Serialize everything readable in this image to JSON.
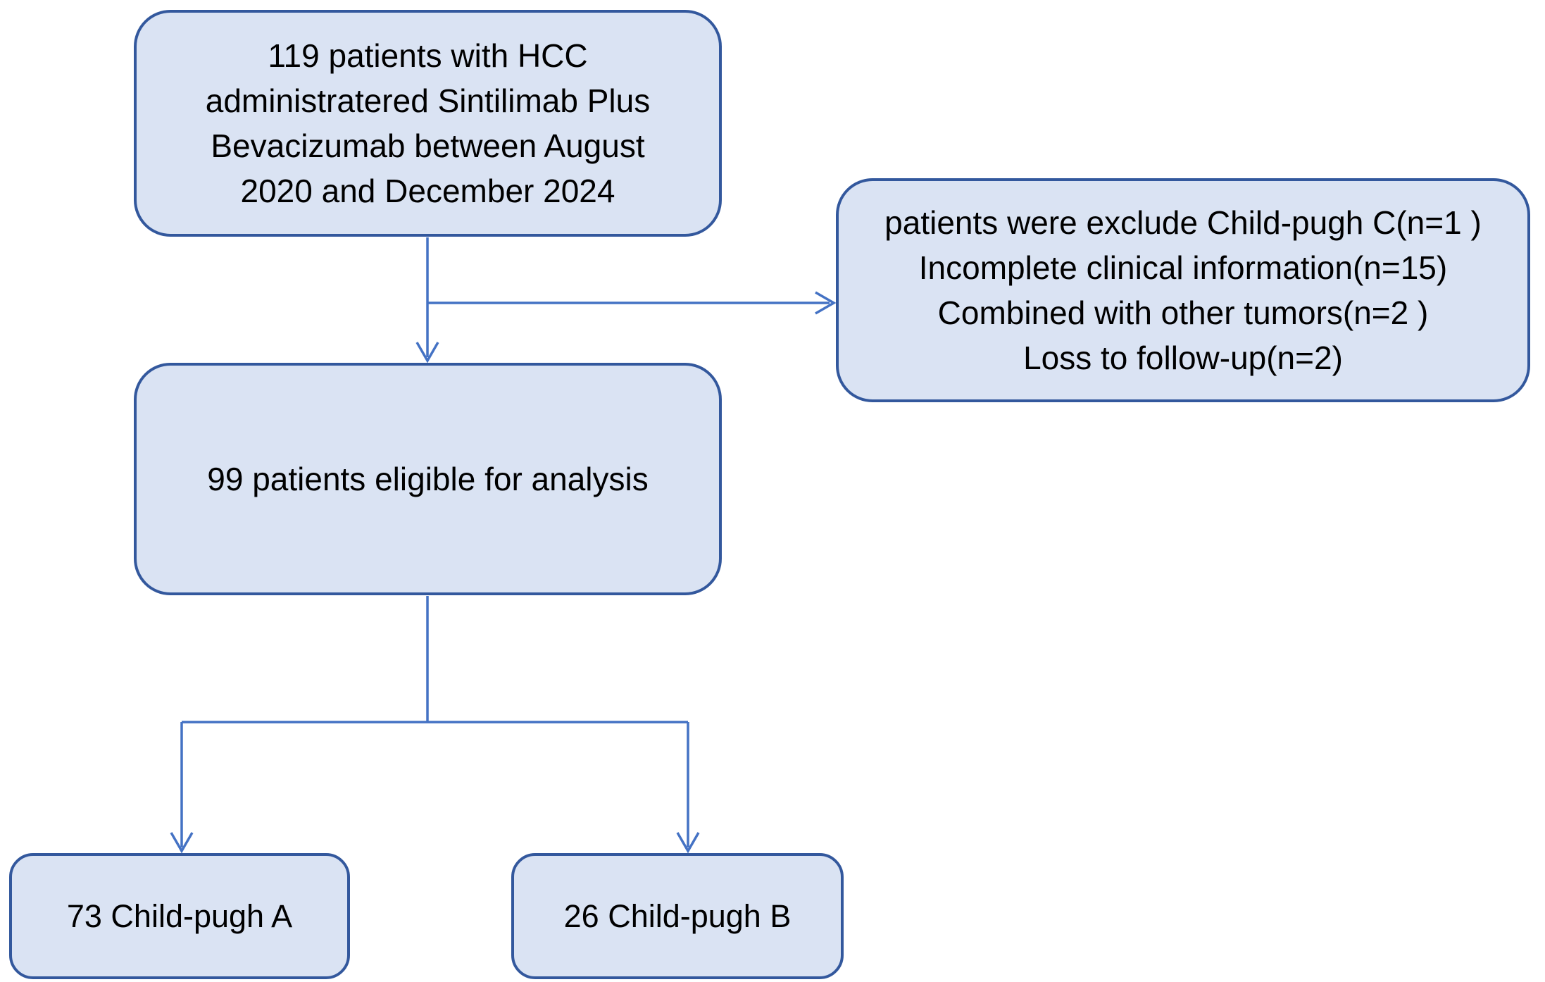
{
  "diagram": {
    "type": "flowchart",
    "colors": {
      "node_fill": "#dae3f3",
      "node_border": "#33589d",
      "connector": "#4472c4",
      "text": "#000000",
      "background": "#ffffff"
    },
    "nodes": {
      "enrolled": {
        "lines": [
          "119 patients with HCC",
          "administratered Sintilimab Plus",
          "Bevacizumab between August",
          "2020 and December 2024"
        ]
      },
      "excluded": {
        "lines": [
          "patients were exclude Child-pugh C(n=1 )",
          "Incomplete clinical information(n=15)",
          "Combined with other tumors(n=2 )",
          "Loss to follow-up(n=2)"
        ]
      },
      "eligible": {
        "lines": [
          "99 patients eligible for analysis"
        ]
      },
      "child_pugh_a": {
        "lines": [
          "73 Child-pugh A"
        ]
      },
      "child_pugh_b": {
        "lines": [
          "26 Child-pugh B"
        ]
      }
    },
    "edges": [
      {
        "from": "enrolled",
        "to": "eligible"
      },
      {
        "from": "enrolled",
        "to": "excluded"
      },
      {
        "from": "eligible",
        "to": "child_pugh_a"
      },
      {
        "from": "eligible",
        "to": "child_pugh_b"
      }
    ]
  }
}
